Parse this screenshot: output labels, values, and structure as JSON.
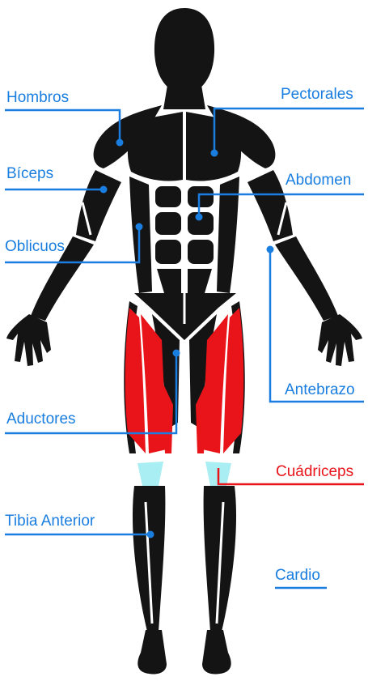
{
  "colors": {
    "body": "#141414",
    "highlight": "#e8141a",
    "knee": "#a8eef3",
    "label_blue": "#1a7ee0",
    "label_red": "#e8141a"
  },
  "labels": {
    "hombros": "Hombros",
    "pectorales": "Pectorales",
    "biceps": "Bíceps",
    "abdomen": "Abdomen",
    "oblicuos": "Oblicuos",
    "antebrazo": "Antebrazo",
    "aductores": "Aductores",
    "cuadriceps": "Cuádriceps",
    "tibia_anterior": "Tibia Anterior",
    "cardio": "Cardio"
  },
  "selected": "cuadriceps"
}
